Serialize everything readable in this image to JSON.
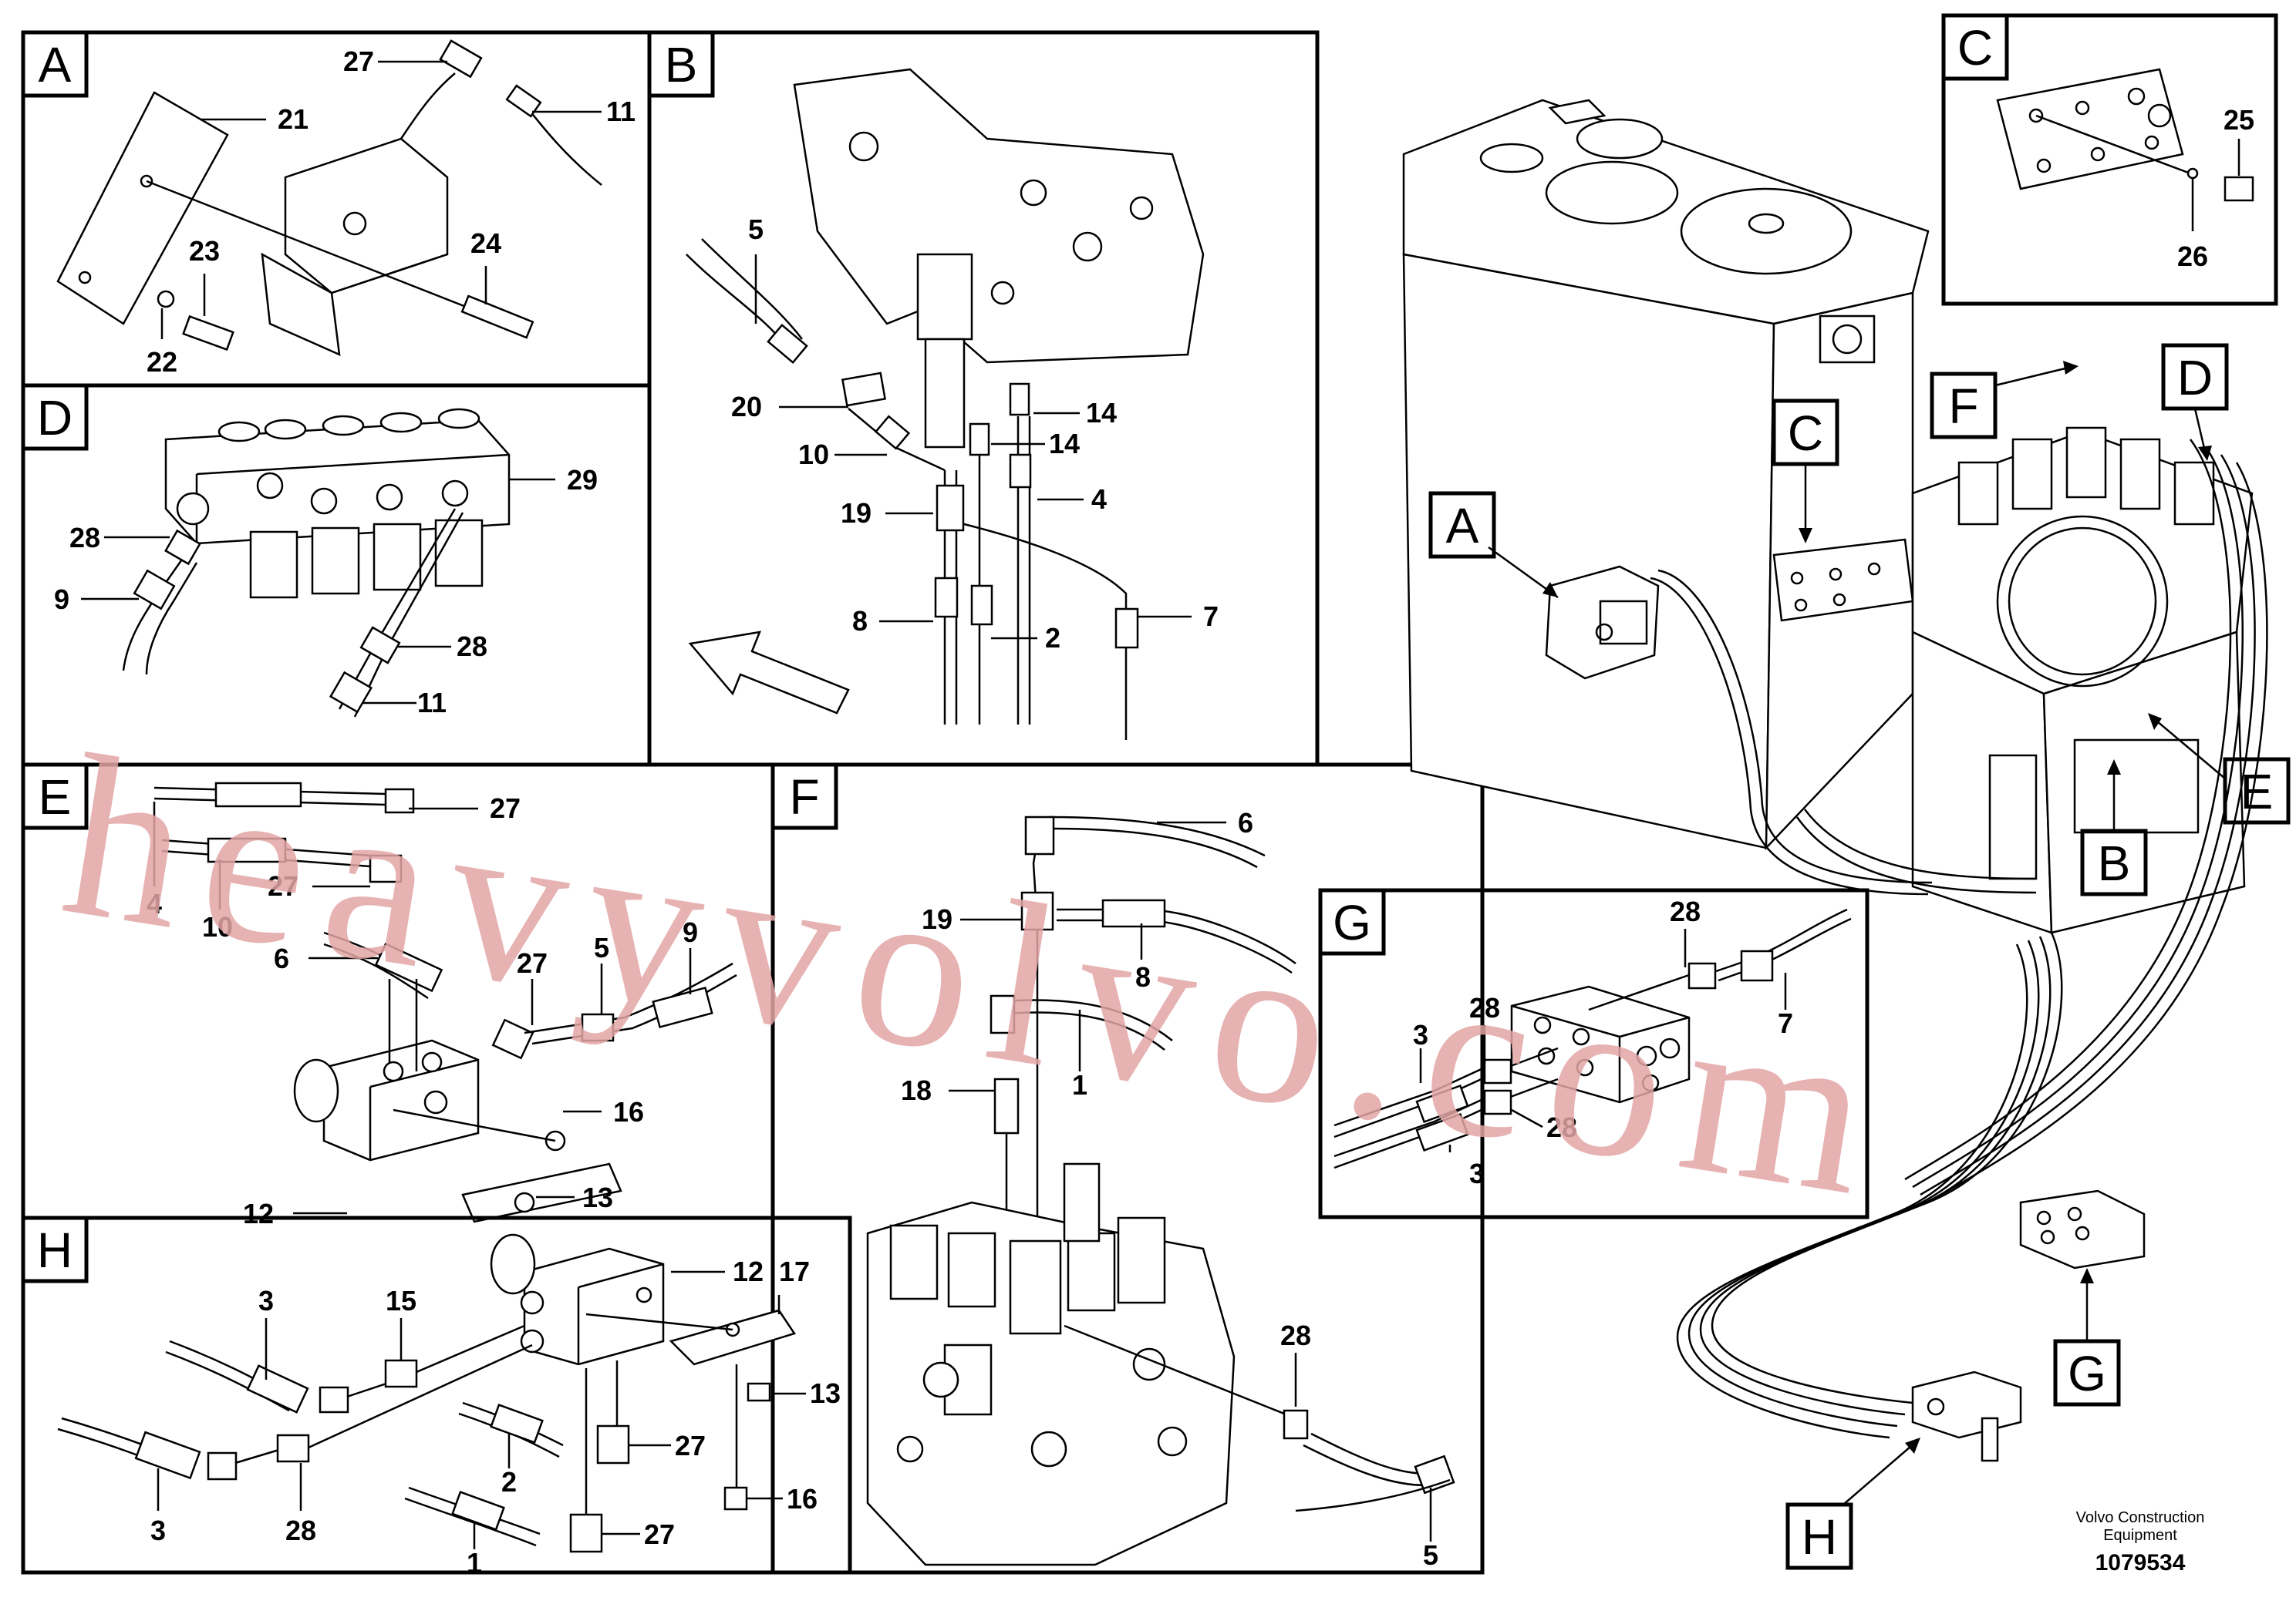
{
  "panels": {
    "A": {
      "letter": "A"
    },
    "B": {
      "letter": "B"
    },
    "C": {
      "letter": "C"
    },
    "D": {
      "letter": "D"
    },
    "E": {
      "letter": "E"
    },
    "F": {
      "letter": "F"
    },
    "G": {
      "letter": "G"
    },
    "H": {
      "letter": "H"
    }
  },
  "tags": {
    "A": "A",
    "B": "B",
    "C": "C",
    "D": "D",
    "E": "E",
    "F": "F",
    "G": "G",
    "H": "H"
  },
  "callouts": {
    "a": [
      "27",
      "11",
      "21",
      "23",
      "24",
      "22"
    ],
    "b": [
      "5",
      "20",
      "14",
      "14",
      "10",
      "4",
      "19",
      "8",
      "2",
      "7"
    ],
    "c": [
      "25",
      "26"
    ],
    "d": [
      "29",
      "28",
      "9",
      "28",
      "11"
    ],
    "e": [
      "27",
      "27",
      "4",
      "10",
      "6",
      "27",
      "5",
      "9",
      "16",
      "12",
      "13"
    ],
    "f": [
      "6",
      "19",
      "8",
      "1",
      "18",
      "28",
      "5"
    ],
    "g": [
      "28",
      "28",
      "3",
      "7",
      "28",
      "3"
    ],
    "h": [
      "12",
      "17",
      "3",
      "15",
      "13",
      "2",
      "27",
      "3",
      "28",
      "16",
      "1",
      "27"
    ]
  },
  "footer": {
    "company_line1": "Volvo Construction",
    "company_line2": "Equipment",
    "drawing_number": "1079534"
  },
  "watermark": "heavyvolvo.com"
}
